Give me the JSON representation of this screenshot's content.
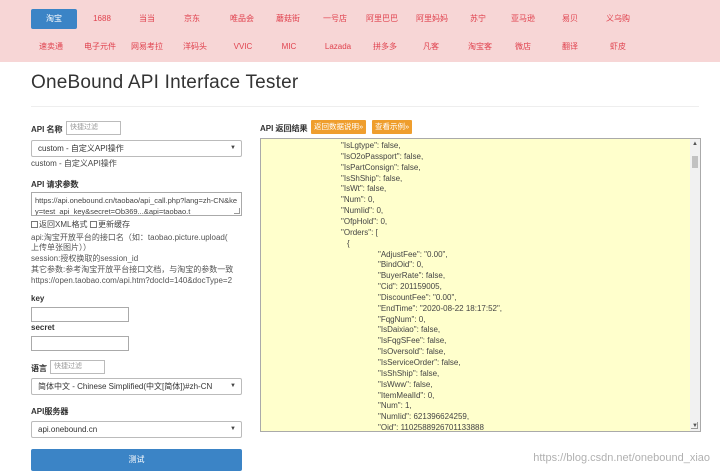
{
  "nav": {
    "row1": [
      "淘宝",
      "1688",
      "当当",
      "京东",
      "唯品会",
      "蘑菇街",
      "一号店",
      "阿里巴巴",
      "阿里妈妈",
      "苏宁",
      "亚马逊",
      "易贝",
      "义乌购"
    ],
    "row2": [
      "速卖通",
      "电子元件",
      "网易考拉",
      "洋码头",
      "VVIC",
      "MIC",
      "Lazada",
      "拼多多",
      "凡客",
      "淘宝客",
      "微店",
      "翻译",
      "虾皮"
    ],
    "active": "淘宝",
    "color": "#e0424e",
    "active_bg": "#3b84c6",
    "bg": "#f7d6d6"
  },
  "page_title": "OneBound API Interface Tester",
  "left": {
    "api_name_label": "API 名称",
    "api_name_filter_placeholder": "快捷过滤",
    "api_select_value": "custom - 自定义API操作",
    "api_desc": "custom - 自定义API操作",
    "params_label": "API 请求参数",
    "params_value": "https://api.onebound.cn/taobao/api_call.php?lang=zh-CN&key=test_api_key&secret=Ob369...&api=taobao.t",
    "check_xml": "返回XML格式",
    "check_cache": "更新缓存",
    "hint_lines": [
      "api:淘宝开放平台的接口名（如：taobao.picture.upload(",
      "上传单张图片））",
      "session:授权换取的session_id",
      "其它参数:参考淘宝开放平台接口文档，与淘宝的参数一致",
      "https://open.taobao.com/api.htm?docId=140&docType=2"
    ],
    "key_label": "key",
    "secret_label": "secret",
    "lang_label": "语言",
    "lang_filter_placeholder": "快捷过滤",
    "lang_select_value": "简体中文 - Chinese Simplified(中文[简体])#zh-CN",
    "server_label": "API服务器",
    "server_select_value": "api.onebound.cn",
    "test_button": "测试"
  },
  "right": {
    "result_label": "API 返回结果",
    "btn_doc": "返回数据说明»",
    "btn_example": "查看示例»",
    "lines": [
      "\"IsLgtype\": false,",
      "\"IsO2oPassport\": false,",
      "\"IsPartConsign\": false,",
      "\"IsShShip\": false,",
      "\"IsWt\": false,",
      "\"Num\": 0,",
      "\"NumIid\": 0,",
      "\"OfpHold\": 0,",
      "\"Orders\": [",
      "{",
      "\"AdjustFee\": \"0.00\",",
      "\"BindOid\": 0,",
      "\"BuyerRate\": false,",
      "\"Cid\": 201159005,",
      "\"DiscountFee\": \"0.00\",",
      "\"EndTime\": \"2020-08-22 18:17:52\",",
      "\"FqgNum\": 0,",
      "\"IsDaixiao\": false,",
      "\"IsFqgSFee\": false,",
      "\"IsOversold\": false,",
      "\"IsServiceOrder\": false,",
      "\"IsShShip\": false,",
      "\"IsWww\": false,",
      "\"ItemMealId\": 0,",
      "\"Num\": 1,",
      "\"NumIid\": 621396624259,",
      "\"Oid\": 1102588926701133888"
    ],
    "indents": [
      0,
      0,
      0,
      0,
      0,
      0,
      0,
      0,
      0,
      1,
      2,
      2,
      2,
      2,
      2,
      2,
      2,
      2,
      2,
      2,
      2,
      2,
      2,
      2,
      2,
      2,
      2
    ],
    "bg": "#ffffcc"
  },
  "watermark": "https://blog.csdn.net/onebound_xiao"
}
